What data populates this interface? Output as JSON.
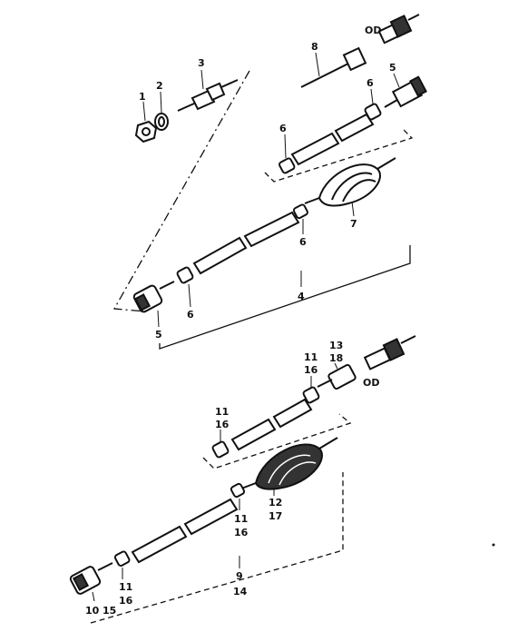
{
  "callouts": {
    "c1": "1",
    "c2": "2",
    "c3": "3",
    "c4": "4",
    "c5a": "5",
    "c5b": "5",
    "c6a": "6",
    "c6b": "6",
    "c6c": "6",
    "c6d": "6",
    "c7": "7",
    "c8": "8",
    "c9": "9",
    "c10": "10",
    "c11a": "11",
    "c11b": "11",
    "c11c": "11",
    "c11d": "11",
    "c12": "12",
    "c13": "13",
    "c14": "14",
    "c15": "15",
    "c16a": "16",
    "c16b": "16",
    "c16c": "16",
    "c16d": "16",
    "c17": "17",
    "c18": "18",
    "od_top": "OD",
    "od_mid": "OD"
  }
}
